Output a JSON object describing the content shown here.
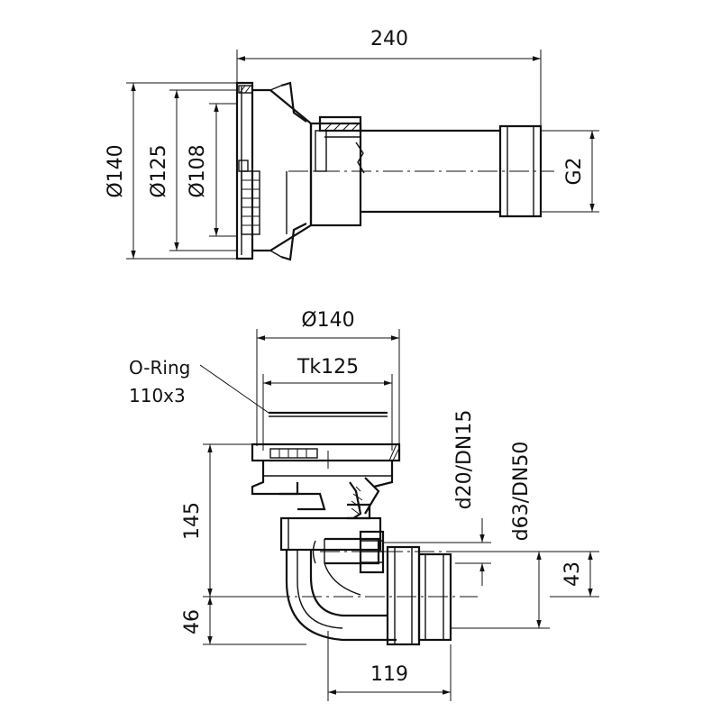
{
  "top_view": {
    "dim_length": "240",
    "dim_dia_outer": "Ø140",
    "dim_dia_mid": "Ø125",
    "dim_dia_inner": "Ø108",
    "dim_thread": "G2"
  },
  "side_view": {
    "dim_dia_flange": "Ø140",
    "dim_bolt_circle": "Tk125",
    "oring_label_line1": "O-Ring",
    "oring_label_line2": "110x3",
    "dim_height": "145",
    "dim_height_lower": "46",
    "dim_pipe_small": "d20/DN15",
    "dim_pipe_large": "d63/DN50",
    "dim_offset": "43",
    "dim_width": "119"
  }
}
